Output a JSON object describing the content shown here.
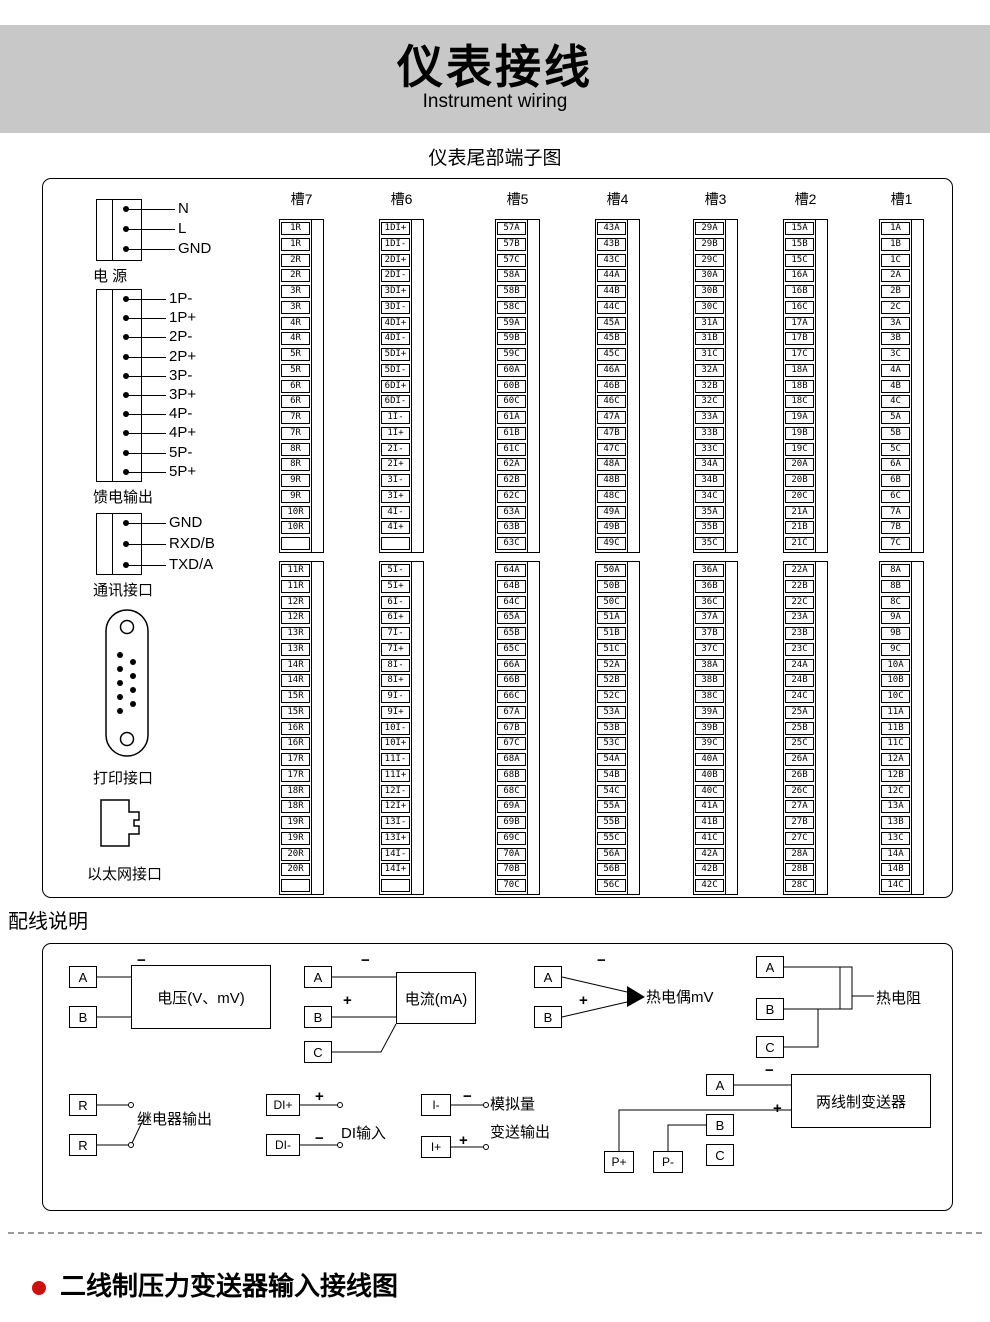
{
  "header": {
    "title": "仪表接线",
    "subtitle": "Instrument wiring"
  },
  "terminal_diagram": {
    "title": "仪表尾部端子图",
    "left_connectors": [
      {
        "id": "power",
        "caption": "电 源",
        "pins": [
          "N",
          "L",
          "GND"
        ]
      },
      {
        "id": "feed-output",
        "caption": "馈电输出",
        "pins": [
          "1P-",
          "1P+",
          "2P-",
          "2P+",
          "3P-",
          "3P+",
          "4P-",
          "4P+",
          "5P-",
          "5P+"
        ]
      },
      {
        "id": "comm",
        "caption": "通讯接口",
        "pins": [
          "GND",
          "RXD/B",
          "TXD/A"
        ]
      }
    ],
    "print_port_caption": "打印接口",
    "ethernet_caption": "以太网接口",
    "slots": [
      {
        "name": "槽7",
        "upper": [
          "1R",
          "1R",
          "2R",
          "2R",
          "3R",
          "3R",
          "4R",
          "4R",
          "5R",
          "5R",
          "6R",
          "6R",
          "7R",
          "7R",
          "8R",
          "8R",
          "9R",
          "9R",
          "10R",
          "10R",
          ""
        ],
        "lower": [
          "11R",
          "11R",
          "12R",
          "12R",
          "13R",
          "13R",
          "14R",
          "14R",
          "15R",
          "15R",
          "16R",
          "16R",
          "17R",
          "17R",
          "18R",
          "18R",
          "19R",
          "19R",
          "20R",
          "20R",
          ""
        ]
      },
      {
        "name": "槽6",
        "upper": [
          "1DI+",
          "1DI-",
          "2DI+",
          "2DI-",
          "3DI+",
          "3DI-",
          "4DI+",
          "4DI-",
          "5DI+",
          "5DI-",
          "6DI+",
          "6DI-",
          "1I-",
          "1I+",
          "2I-",
          "2I+",
          "3I-",
          "3I+",
          "4I-",
          "4I+",
          ""
        ],
        "lower": [
          "5I-",
          "5I+",
          "6I-",
          "6I+",
          "7I-",
          "7I+",
          "8I-",
          "8I+",
          "9I-",
          "9I+",
          "10I-",
          "10I+",
          "11I-",
          "11I+",
          "12I-",
          "12I+",
          "13I-",
          "13I+",
          "14I-",
          "14I+",
          ""
        ]
      },
      {
        "name": "槽5",
        "upper": [
          "57A",
          "57B",
          "57C",
          "58A",
          "58B",
          "58C",
          "59A",
          "59B",
          "59C",
          "60A",
          "60B",
          "60C",
          "61A",
          "61B",
          "61C",
          "62A",
          "62B",
          "62C",
          "63A",
          "63B",
          "63C"
        ],
        "lower": [
          "64A",
          "64B",
          "64C",
          "65A",
          "65B",
          "65C",
          "66A",
          "66B",
          "66C",
          "67A",
          "67B",
          "67C",
          "68A",
          "68B",
          "68C",
          "69A",
          "69B",
          "69C",
          "70A",
          "70B",
          "70C"
        ]
      },
      {
        "name": "槽4",
        "upper": [
          "43A",
          "43B",
          "43C",
          "44A",
          "44B",
          "44C",
          "45A",
          "45B",
          "45C",
          "46A",
          "46B",
          "46C",
          "47A",
          "47B",
          "47C",
          "48A",
          "48B",
          "48C",
          "49A",
          "49B",
          "49C"
        ],
        "lower": [
          "50A",
          "50B",
          "50C",
          "51A",
          "51B",
          "51C",
          "52A",
          "52B",
          "52C",
          "53A",
          "53B",
          "53C",
          "54A",
          "54B",
          "54C",
          "55A",
          "55B",
          "55C",
          "56A",
          "56B",
          "56C"
        ]
      },
      {
        "name": "槽3",
        "upper": [
          "29A",
          "29B",
          "29C",
          "30A",
          "30B",
          "30C",
          "31A",
          "31B",
          "31C",
          "32A",
          "32B",
          "32C",
          "33A",
          "33B",
          "33C",
          "34A",
          "34B",
          "34C",
          "35A",
          "35B",
          "35C"
        ],
        "lower": [
          "36A",
          "36B",
          "36C",
          "37A",
          "37B",
          "37C",
          "38A",
          "38B",
          "38C",
          "39A",
          "39B",
          "39C",
          "40A",
          "40B",
          "40C",
          "41A",
          "41B",
          "41C",
          "42A",
          "42B",
          "42C"
        ]
      },
      {
        "name": "槽2",
        "upper": [
          "15A",
          "15B",
          "15C",
          "16A",
          "16B",
          "16C",
          "17A",
          "17B",
          "17C",
          "18A",
          "18B",
          "18C",
          "19A",
          "19B",
          "19C",
          "20A",
          "20B",
          "20C",
          "21A",
          "21B",
          "21C"
        ],
        "lower": [
          "22A",
          "22B",
          "22C",
          "23A",
          "23B",
          "23C",
          "24A",
          "24B",
          "24C",
          "25A",
          "25B",
          "25C",
          "26A",
          "26B",
          "26C",
          "27A",
          "27B",
          "27C",
          "28A",
          "28B",
          "28C"
        ]
      },
      {
        "name": "槽1",
        "upper": [
          "1A",
          "1B",
          "1C",
          "2A",
          "2B",
          "2C",
          "3A",
          "3B",
          "3C",
          "4A",
          "4B",
          "4C",
          "5A",
          "5B",
          "5C",
          "6A",
          "6B",
          "6C",
          "7A",
          "7B",
          "7C"
        ],
        "lower": [
          "8A",
          "8B",
          "8C",
          "9A",
          "9B",
          "9C",
          "10A",
          "10B",
          "10C",
          "11A",
          "11B",
          "11C",
          "12A",
          "12B",
          "12C",
          "13A",
          "13B",
          "13C",
          "14A",
          "14B",
          "14C"
        ]
      }
    ]
  },
  "wiring_notes": {
    "title": "配线说明",
    "examples": {
      "voltage": {
        "terminals": [
          "A",
          "B"
        ],
        "minus": "−",
        "plus": "+",
        "label": "电压(V、mV)"
      },
      "current": {
        "terminals": [
          "A",
          "B",
          "C"
        ],
        "minus": "−",
        "plus": "+",
        "label": "电流(mA)"
      },
      "thermocouple": {
        "terminals": [
          "A",
          "B"
        ],
        "minus": "−",
        "plus": "+",
        "label": "热电偶mV"
      },
      "rtd": {
        "terminals": [
          "A",
          "B",
          "C"
        ],
        "label": "热电阻"
      },
      "relay": {
        "terminals": [
          "R",
          "R"
        ],
        "label": "继电器输出"
      },
      "di": {
        "terminals": [
          "DI+",
          "DI-"
        ],
        "plus": "+",
        "minus": "−",
        "label": "DI输入"
      },
      "analog_out": {
        "terminals": [
          "I-",
          "I+"
        ],
        "minus": "−",
        "plus": "+",
        "label1": "模拟量",
        "label2": "变送输出"
      },
      "transmitter": {
        "terminals": [
          "A",
          "B",
          "C"
        ],
        "power_terminals": [
          "P+",
          "P-"
        ],
        "minus": "−",
        "plus": "+",
        "label": "两线制变送器"
      }
    }
  },
  "footer": {
    "bullet_title": "二线制压力变送器输入接线图"
  }
}
